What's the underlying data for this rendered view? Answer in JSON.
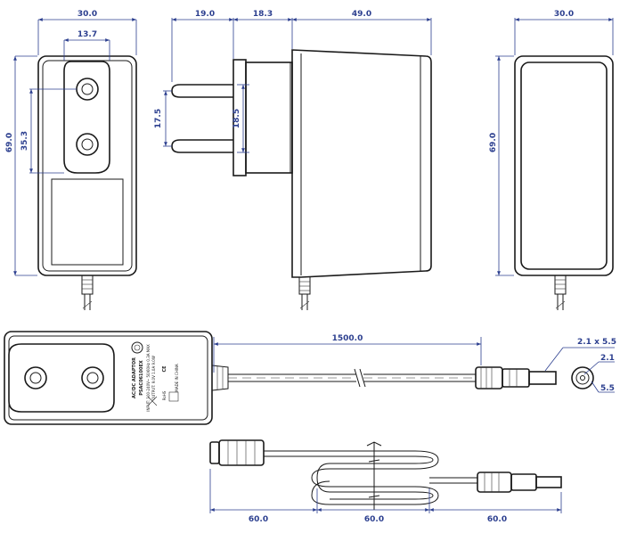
{
  "dimensions": {
    "front_width": "30.0",
    "plug_spacing_width": "13.7",
    "front_height": "69.0",
    "plug_height": "35.3",
    "pin_length": "19.0",
    "plug_base_depth": "18.3",
    "body_depth": "49.0",
    "pin_spacing": "17.5",
    "pin_spacing_inner": "18.5",
    "back_width": "30.0",
    "back_height": "69.0",
    "cable_length": "1500.0",
    "dc_plug_size": "2.1 x 5.5",
    "dc_inner": "2.1",
    "dc_outer": "5.5",
    "bottom_left": "60.0",
    "bottom_mid": "60.0",
    "bottom_right": "60.0"
  },
  "label": {
    "title": "AC/DC ADAPTOR",
    "model": "PSAC06100EX",
    "input": "INPUT: 100-240V~ 50/60Hz 0.3A MAX",
    "output": "OUTPUT: 9.0V 1.0A 9.0W",
    "made_in": "MADE IN CHINA",
    "rohs": "RoHS",
    "ce": "CE"
  }
}
